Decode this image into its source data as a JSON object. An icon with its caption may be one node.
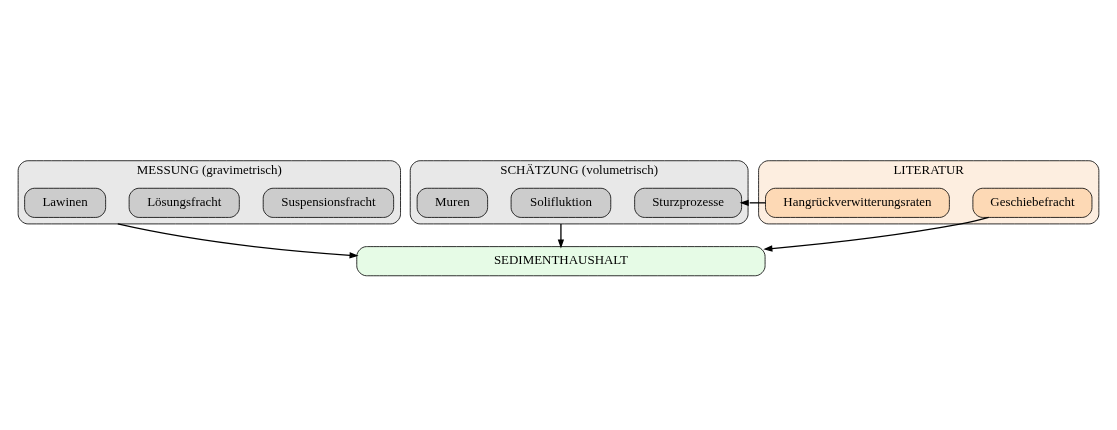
{
  "diagram": {
    "nodes": [
      {
        "text": [
          "MESSUNG (gravimetrisch)"
        ]
      },
      {
        "text": [
          "Suspensionsfracht"
        ],
        "in": 0
      },
      {
        "text": [
          "Lösungsfracht"
        ],
        "in": 0
      },
      {
        "text": [
          "Lawinen"
        ],
        "in": 0
      },
      {
        "text": [
          "SCHÄTZUNG (volumetrisch)"
        ]
      },
      {
        "text": [
          "Muren"
        ],
        "in": 4
      },
      {
        "text": [
          "Sturzprozesse"
        ],
        "in": 4
      },
      {
        "text": [
          "Solifluktion"
        ],
        "in": 4
      },
      {
        "text": [
          "LITERATUR"
        ]
      },
      {
        "text": [
          "Hangrückverwitterungsraten"
        ],
        "in": 8
      },
      {
        "text": [
          "Geschiebefracht"
        ],
        "in": 8
      },
      {
        "text": [
          "SEDIMENTHAUSHALT"
        ]
      }
    ],
    "edges": [
      {
        "from": 0,
        "to": 11,
        "arrow": "to"
      },
      {
        "from": 4,
        "to": 11,
        "arrow": "to"
      },
      {
        "from": 9,
        "to": 6,
        "arrow": "to"
      },
      {
        "from": 10,
        "to": 11,
        "arrow": "to"
      }
    ]
  }
}
